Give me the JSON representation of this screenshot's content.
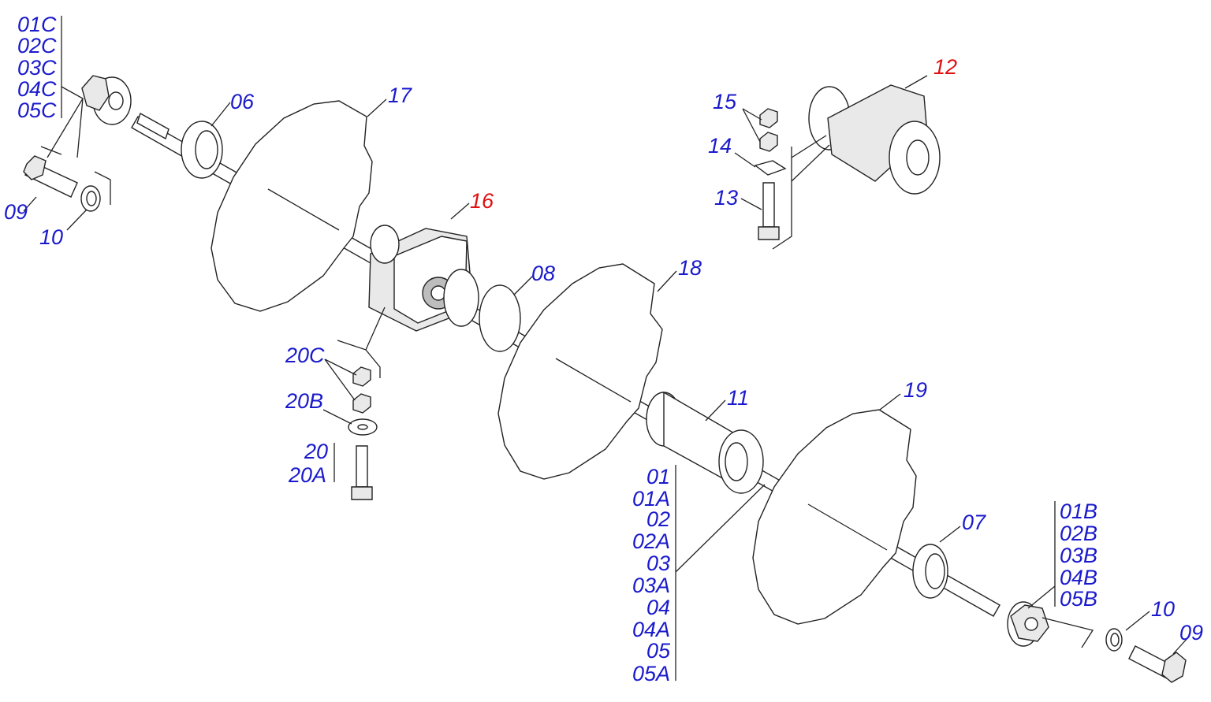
{
  "callouts": {
    "c01C": "01C",
    "c02C": "02C",
    "c03C": "03C",
    "c04C": "04C",
    "c05C": "05C",
    "c06": "06",
    "c17": "17",
    "c09_left": "09",
    "c10_left": "10",
    "c16": "16",
    "c08": "08",
    "c18": "18",
    "c20C": "20C",
    "c20B": "20B",
    "c20": "20",
    "c20A": "20A",
    "c11": "11",
    "c19": "19",
    "c07": "07",
    "c01": "01",
    "c01A": "01A",
    "c02": "02",
    "c02A": "02A",
    "c03": "03",
    "c03A": "03A",
    "c04": "04",
    "c04A": "04A",
    "c05": "05",
    "c05A": "05A",
    "c01B": "01B",
    "c02B": "02B",
    "c03B": "03B",
    "c04B": "04B",
    "c05B": "05B",
    "c10_right": "10",
    "c09_right": "09",
    "c12": "12",
    "c15": "15",
    "c14": "14",
    "c13": "13"
  },
  "colors": {
    "callout": "#1a1acc",
    "assembly_callout": "#e01010",
    "lines": "#222222"
  }
}
